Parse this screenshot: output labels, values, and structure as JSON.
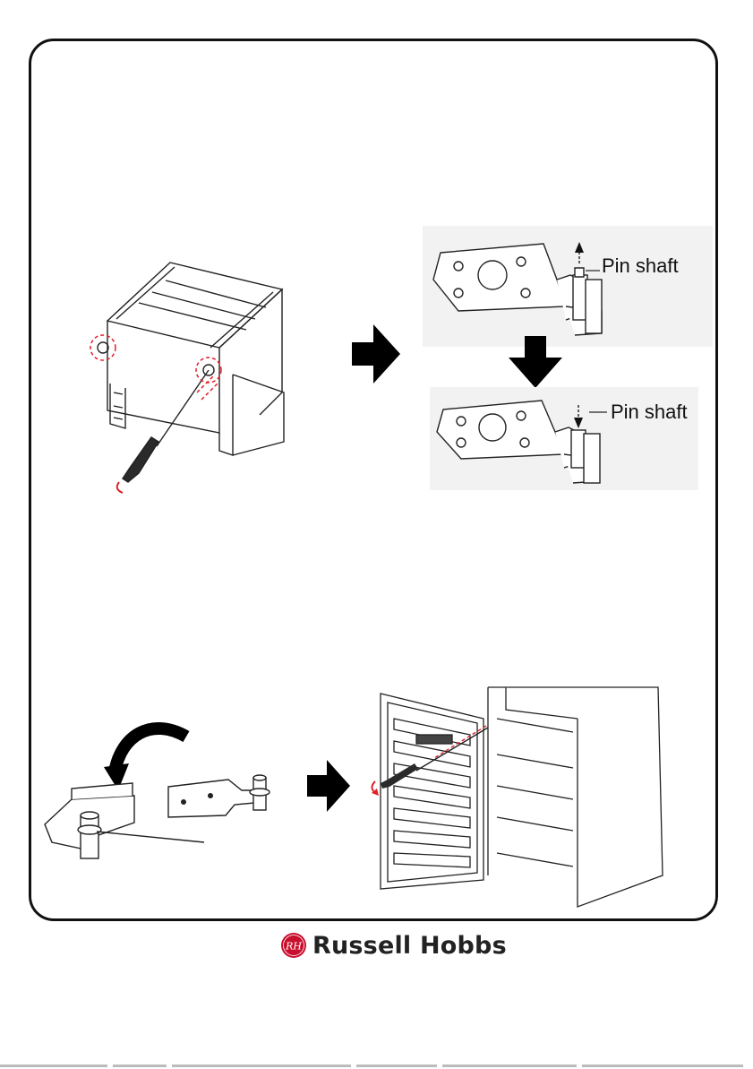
{
  "figure_top": {
    "label_upper": "Pin shaft",
    "label_lower": "Pin shaft"
  },
  "brand": {
    "name": "Russell Hobbs",
    "monogram": "RH",
    "accent_color": "#c8102e"
  },
  "colors": {
    "line": "#111111",
    "arrow": "#000000",
    "motion": "#e0202a"
  }
}
